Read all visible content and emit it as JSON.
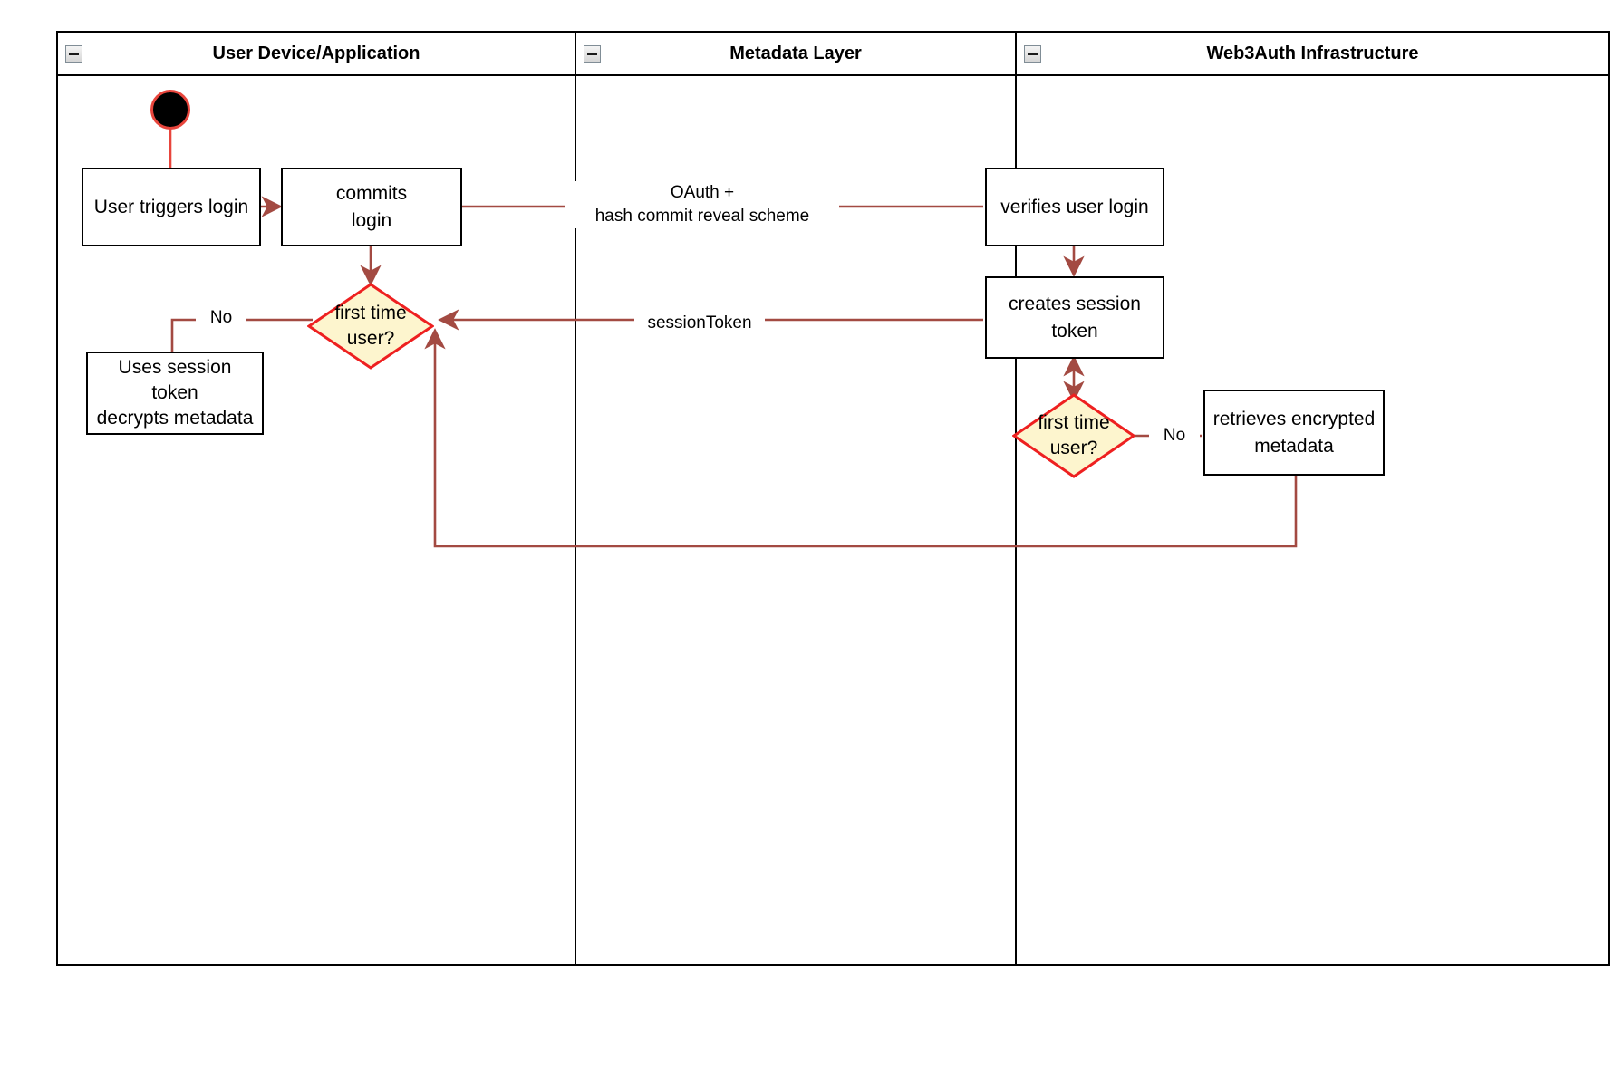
{
  "diagram": {
    "title": "Web3Auth login activity diagram",
    "colors": {
      "edge": "#a34a42",
      "decision_fill": "#fdf5ce",
      "decision_stroke": "#ee2020",
      "start_fill": "#000000",
      "start_stroke": "#e8453c",
      "node_stroke": "#000000",
      "lane_stroke": "#000000",
      "background": "#ffffff"
    },
    "lanes": [
      {
        "id": "lane-user",
        "title": "User Device/Application",
        "icon": "collapse-icon"
      },
      {
        "id": "lane-metadata",
        "title": "Metadata Layer",
        "icon": "collapse-icon"
      },
      {
        "id": "lane-web3auth",
        "title": "Web3Auth Infrastructure",
        "icon": "collapse-icon"
      }
    ],
    "nodes": [
      {
        "id": "start",
        "type": "start",
        "lane": "lane-user",
        "label": ""
      },
      {
        "id": "user-triggers",
        "type": "activity",
        "lane": "lane-user",
        "label": "User triggers login"
      },
      {
        "id": "commits-login",
        "type": "activity",
        "lane": "lane-user",
        "label": "commits\nlogin"
      },
      {
        "id": "first-time-left",
        "type": "decision",
        "lane": "lane-user",
        "label": "first time\nuser?"
      },
      {
        "id": "uses-session",
        "type": "activity",
        "lane": "lane-user",
        "label": "Uses session\ntoken\ndecrypts metadata"
      },
      {
        "id": "verifies-login",
        "type": "activity",
        "lane": "lane-web3auth",
        "label": "verifies user login"
      },
      {
        "id": "creates-session",
        "type": "activity",
        "lane": "lane-web3auth",
        "label": "creates session\ntoken"
      },
      {
        "id": "first-time-right",
        "type": "decision",
        "lane": "lane-web3auth",
        "label": "first time\nuser?"
      },
      {
        "id": "retrieves-meta",
        "type": "activity",
        "lane": "lane-web3auth",
        "label": "retrieves encrypted\nmetadata"
      }
    ],
    "edge_labels": {
      "oauth": "OAuth +\nhash commit reveal scheme",
      "session_token": "sessionToken",
      "no_left": "No",
      "no_right": "No"
    },
    "node_text": {
      "user_triggers": "User triggers login",
      "commits_line1": "commits",
      "commits_line2": "login",
      "first_time_l1": "first time",
      "first_time_l2": "user?",
      "uses_line1": "Uses session",
      "uses_line2": "token",
      "uses_line3": "decrypts metadata",
      "verifies": "verifies user login",
      "creates_line1": "creates session",
      "creates_line2": "token",
      "retrieves_line1": "retrieves encrypted",
      "retrieves_line2": "metadata"
    }
  }
}
